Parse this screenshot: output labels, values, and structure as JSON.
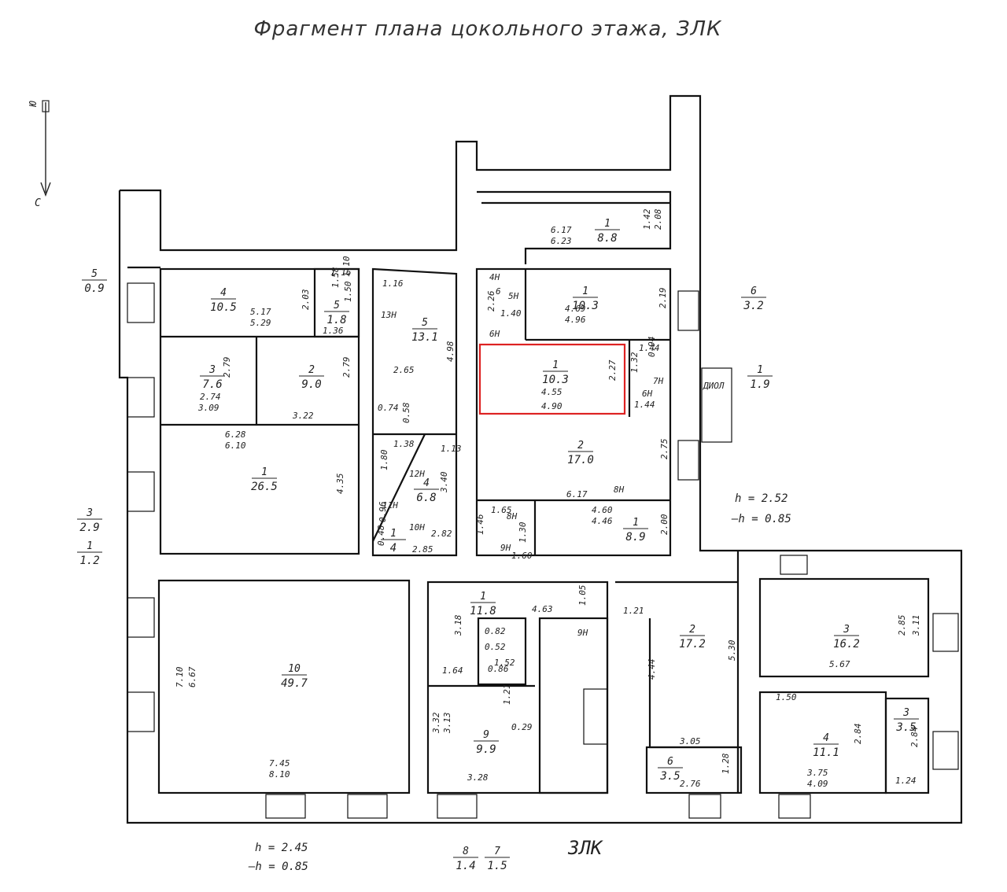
{
  "title": "Фрагмент плана  цокольного этажа, ЗЛК",
  "orientation": {
    "top_label": "Ю",
    "bottom_label": "С"
  },
  "highlight_color": "#d22222",
  "rooms": [
    {
      "id": "r-top-1",
      "num": "1",
      "area": "8.8"
    },
    {
      "id": "r-4",
      "num": "4",
      "area": "10.5"
    },
    {
      "id": "r-5-small",
      "num": "5",
      "area": "1.8"
    },
    {
      "id": "r-5-corr",
      "num": "5",
      "area": "13.1"
    },
    {
      "id": "r-1-right",
      "num": "1",
      "area": "10.3"
    },
    {
      "id": "r-1-high",
      "num": "1",
      "area": "10.3"
    },
    {
      "id": "r-3",
      "num": "3",
      "area": "7.6"
    },
    {
      "id": "r-2",
      "num": "2",
      "area": "9.0"
    },
    {
      "id": "r-1-big",
      "num": "1",
      "area": "26.5"
    },
    {
      "id": "r-4-diag",
      "num": "4",
      "area": "6.8"
    },
    {
      "id": "r-2-mid",
      "num": "2",
      "area": "17.0"
    },
    {
      "id": "r-1-mid",
      "num": "1",
      "area": "8.9"
    },
    {
      "id": "r-1-small",
      "num": "1",
      "area": "4"
    },
    {
      "id": "r-6-out",
      "num": "6",
      "area": "3.2"
    },
    {
      "id": "r-1-out",
      "num": "1",
      "area": "1.9"
    },
    {
      "id": "r-5-out",
      "num": "5",
      "area": "0.9"
    },
    {
      "id": "r-3-out",
      "num": "3",
      "area": "2.9"
    },
    {
      "id": "r-1-out2",
      "num": "1",
      "area": "1.2"
    },
    {
      "id": "r-10",
      "num": "10",
      "area": "49.7"
    },
    {
      "id": "r-1-hall",
      "num": "1",
      "area": "11.8"
    },
    {
      "id": "r-9",
      "num": "9",
      "area": "9.9"
    },
    {
      "id": "r-2-low",
      "num": "2",
      "area": "17.2"
    },
    {
      "id": "r-3-low",
      "num": "3",
      "area": "16.2"
    },
    {
      "id": "r-4-low",
      "num": "4",
      "area": "11.1"
    },
    {
      "id": "r-3-tiny",
      "num": "3",
      "area": "3.5"
    },
    {
      "id": "r-6-low",
      "num": "6",
      "area": "3.5"
    },
    {
      "id": "r-8-out",
      "num": "8",
      "area": "1.4"
    },
    {
      "id": "r-7-out",
      "num": "7",
      "area": "1.5"
    }
  ],
  "dims": [
    "6.17",
    "6.23",
    "1.42",
    "2.08",
    "5.17",
    "5.29",
    "2.03",
    "1.16",
    "1.58",
    "1.10",
    "1.50",
    "1.36",
    "1.16",
    "13Н",
    "4.98",
    "2.65",
    "0.74",
    "0.58",
    "2.26",
    "4Н",
    "6",
    "5Н",
    "1.40",
    "6Н",
    "4.69",
    "4.96",
    "2.19",
    "4.55",
    "4.90",
    "2.27",
    "1.44",
    "1.44",
    "0.94",
    "1.32",
    "7Н",
    "6Н",
    "2.74",
    "3.09",
    "2.79",
    "3.22",
    "2.79",
    "6.28",
    "6.10",
    "4.35",
    "1.38",
    "1.13",
    "1.80",
    "12Н",
    "3.40",
    "11Н",
    "10Н",
    "0.96",
    "0.48",
    "2.82",
    "2.85",
    "6.17",
    "8Н",
    "2.75",
    "4.60",
    "4.46",
    "2.00",
    "1.65",
    "8Н",
    "1.46",
    "9Н",
    "1.60",
    "1.30",
    "7.10",
    "6.67",
    "7.45",
    "8.10",
    "4.63",
    "1.05",
    "1.21",
    "9Н",
    "3.18",
    "0.82",
    "0.52",
    "1.52",
    "0.86",
    "1.64",
    "1.21",
    "0.29",
    "3.32",
    "3.13",
    "3.28",
    "4.44",
    "5.30",
    "3.05",
    "2.76",
    "1.28",
    "2.85",
    "3.11",
    "5.67",
    "1.50",
    "2.84",
    "3.75",
    "4.09",
    "2.84",
    "1.24"
  ],
  "stair_label": "ДИОЛ",
  "heights": [
    {
      "h": "h = 2.52",
      "neg": "–h = 0.85"
    },
    {
      "h": "h = 2.45",
      "neg": "–h = 0.85"
    }
  ],
  "entrance_label": "ЗЛК"
}
